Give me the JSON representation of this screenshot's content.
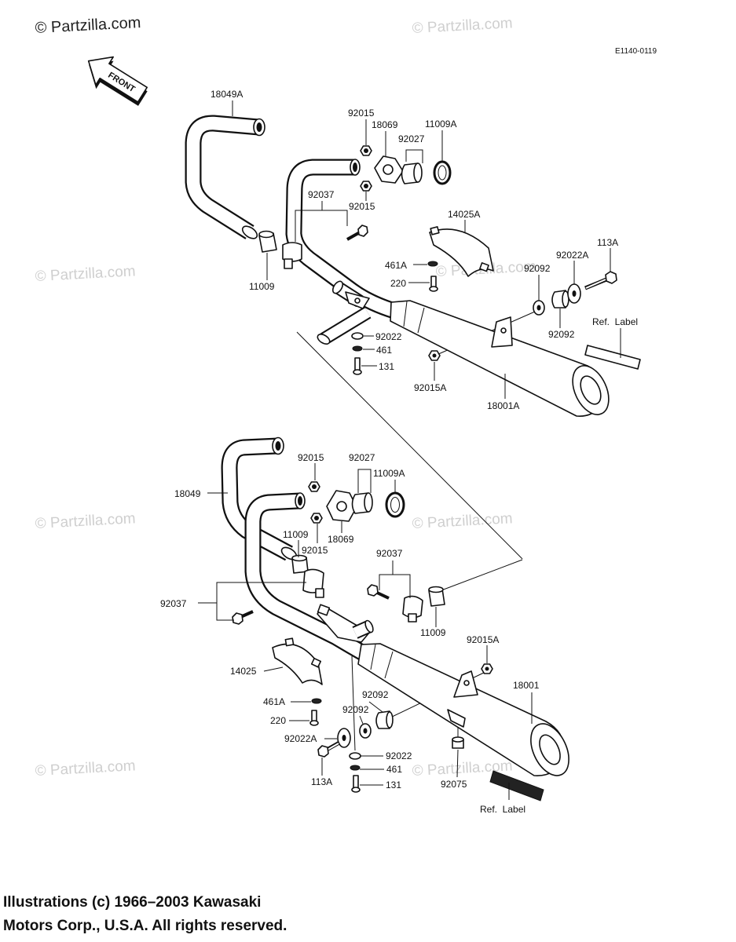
{
  "watermark": "© Partzilla.com",
  "diagram_code": "E1140-0119",
  "front_arrow": "FRONT",
  "top": {
    "callouts": [
      "18049A",
      "92015",
      "18069",
      "11009A",
      "92027",
      "92037",
      "92015",
      "14025A",
      "113A",
      "92022A",
      "461A",
      "92092",
      "220",
      "11009",
      "92022",
      "92092",
      "461",
      "131",
      "92015A",
      "18001A"
    ],
    "ref_label": "Ref.  Label"
  },
  "bottom": {
    "callouts": [
      "92015",
      "92027",
      "18049",
      "11009A",
      "11009",
      "18069",
      "92015",
      "92037",
      "92037",
      "11009",
      "92015A",
      "18001",
      "14025",
      "92092",
      "461A",
      "92092",
      "220",
      "92022A",
      "92022",
      "461",
      "113A",
      "92075",
      "131"
    ],
    "ref_label": "Ref.  Label"
  },
  "copyright": {
    "line1": "Illustrations (c) 1966–2003 Kawasaki",
    "line2": "Motors Corp., U.S.A.  All rights reserved."
  }
}
